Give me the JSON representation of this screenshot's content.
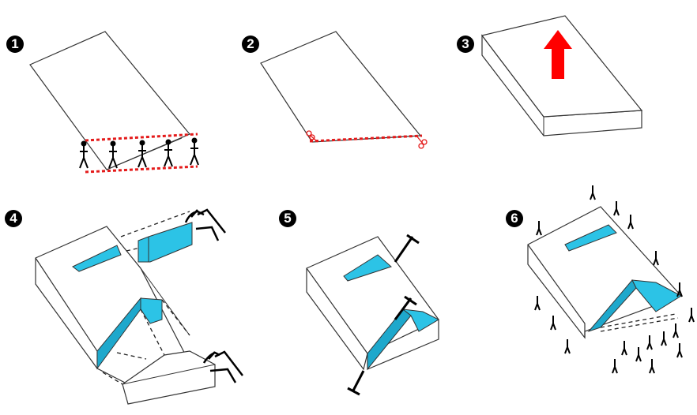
{
  "steps": [
    {
      "number": "1"
    },
    {
      "number": "2"
    },
    {
      "number": "3"
    },
    {
      "number": "4"
    },
    {
      "number": "5"
    },
    {
      "number": "6"
    }
  ],
  "colors": {
    "accent_blue": "#2cc3e6",
    "cut_red": "#e41a1a",
    "arrow_red": "#ff0000"
  }
}
